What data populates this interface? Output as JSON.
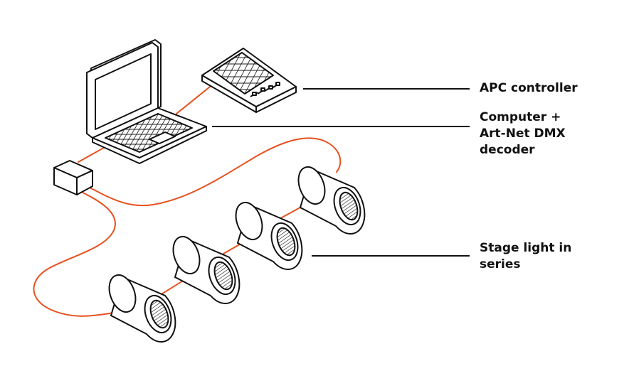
{
  "labels": {
    "apc": "APC controller",
    "computer_line1": "Computer +",
    "computer_line2": "Art-Net DMX",
    "computer_line3": "decoder",
    "stage_line1": "Stage light in",
    "stage_line2": "series"
  },
  "colors": {
    "stroke": "#111111",
    "cable": "#e8501e",
    "background": "#ffffff"
  }
}
